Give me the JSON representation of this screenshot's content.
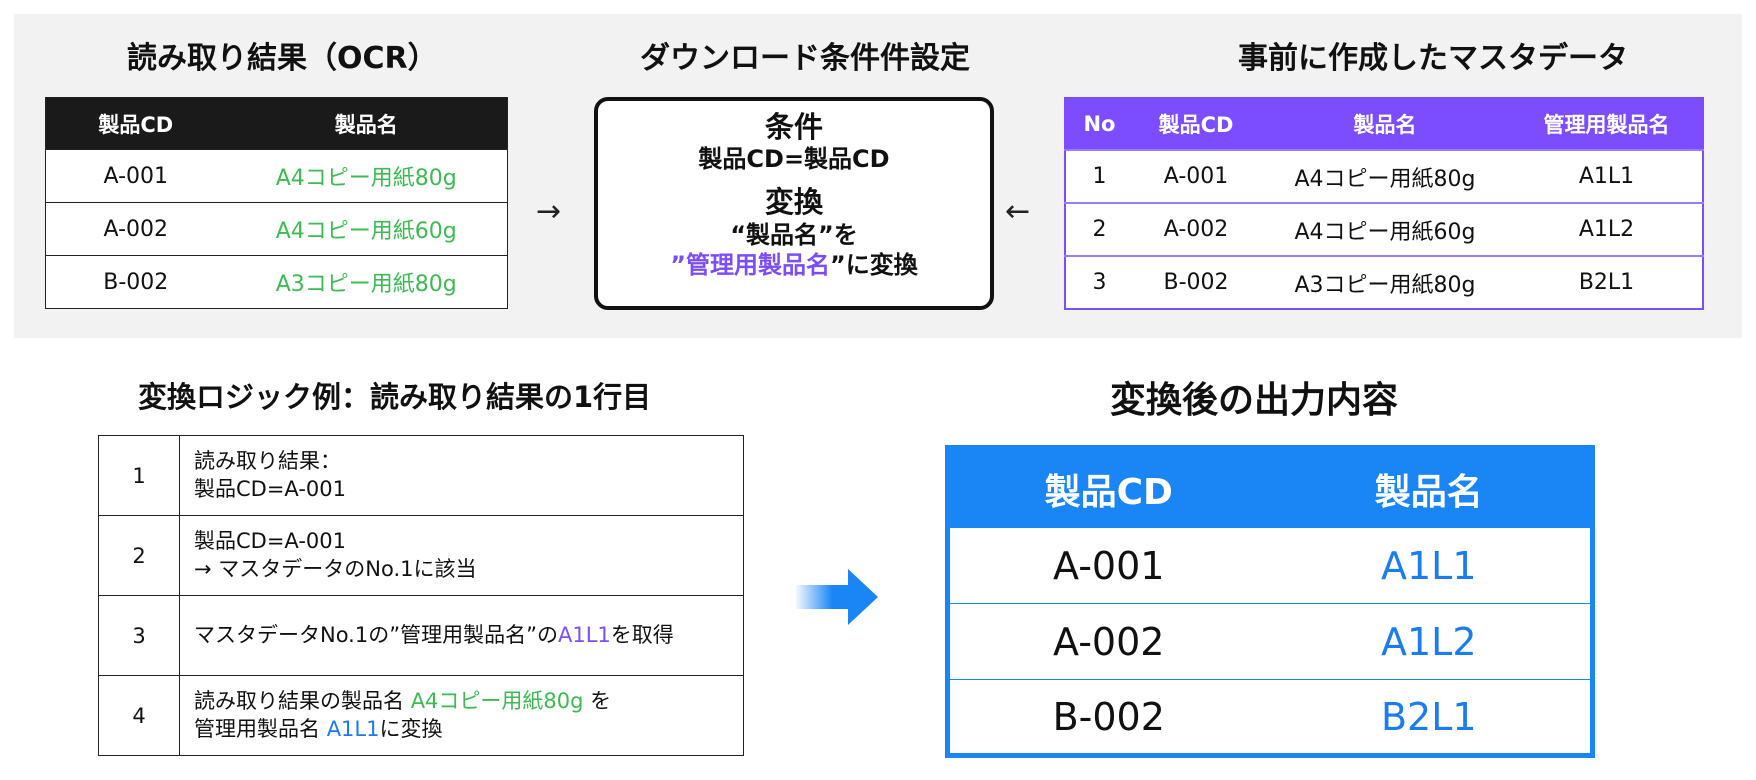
{
  "top_section": {
    "ocr": {
      "title": "読み取り結果（OCR）",
      "headers": [
        "製品CD",
        "製品名"
      ],
      "rows": [
        [
          "A-001",
          "A4コピー用紙80g"
        ],
        [
          "A-002",
          "A4コピー用紙60g"
        ],
        [
          "B-002",
          "A3コピー用紙80g"
        ]
      ]
    },
    "conditions": {
      "title": "ダウンロード条件件設定",
      "condition_heading": "条件",
      "condition_text": "製品CD=製品CD",
      "convert_heading": "変換",
      "convert_line1": "“製品名”を",
      "convert_line2_quote_open": "”",
      "convert_line2_highlight": "管理用製品名",
      "convert_line2_rest": "”に変換"
    },
    "master": {
      "title": "事前に作成したマスタデータ",
      "headers": [
        "No",
        "製品CD",
        "製品名",
        "管理用製品名"
      ],
      "rows": [
        [
          "1",
          "A-001",
          "A4コピー用紙80g",
          "A1L1"
        ],
        [
          "2",
          "A-002",
          "A4コピー用紙60g",
          "A1L2"
        ],
        [
          "3",
          "B-002",
          "A3コピー用紙80g",
          "B2L1"
        ]
      ]
    },
    "arrow_right": "→",
    "arrow_left": "←"
  },
  "logic": {
    "title": "変換ロジック例：読み取り結果の1行目",
    "steps": [
      {
        "num": "1",
        "line1": "読み取り結果：",
        "line2": "製品CD=A-001"
      },
      {
        "num": "2",
        "line1": "製品CD=A-001",
        "line2": "→ マスタデータのNo.1に該当"
      },
      {
        "num": "3",
        "pre": "マスタデータNo.1の”管理用製品名”の",
        "highlight": "A1L1",
        "post": "を取得"
      },
      {
        "num": "4",
        "line1_pre": "読み取り結果の製品名 ",
        "line1_highlight": "A4コピー用紙80g",
        "line1_post": " を",
        "line2_pre": "管理用製品名 ",
        "line2_highlight": "A1L1",
        "line2_post": "に変換"
      }
    ]
  },
  "output": {
    "title": "変換後の出力内容",
    "headers": [
      "製品CD",
      "製品名"
    ],
    "rows": [
      [
        "A-001",
        "A1L1"
      ],
      [
        "A-002",
        "A1L2"
      ],
      [
        "B-002",
        "B2L1"
      ]
    ]
  },
  "colors": {
    "green": "#3dbb52",
    "purple": "#7c4dff",
    "blue": "#1a86f5",
    "dark_header": "#1a1a1a",
    "panel_bg": "#f2f2f2"
  }
}
